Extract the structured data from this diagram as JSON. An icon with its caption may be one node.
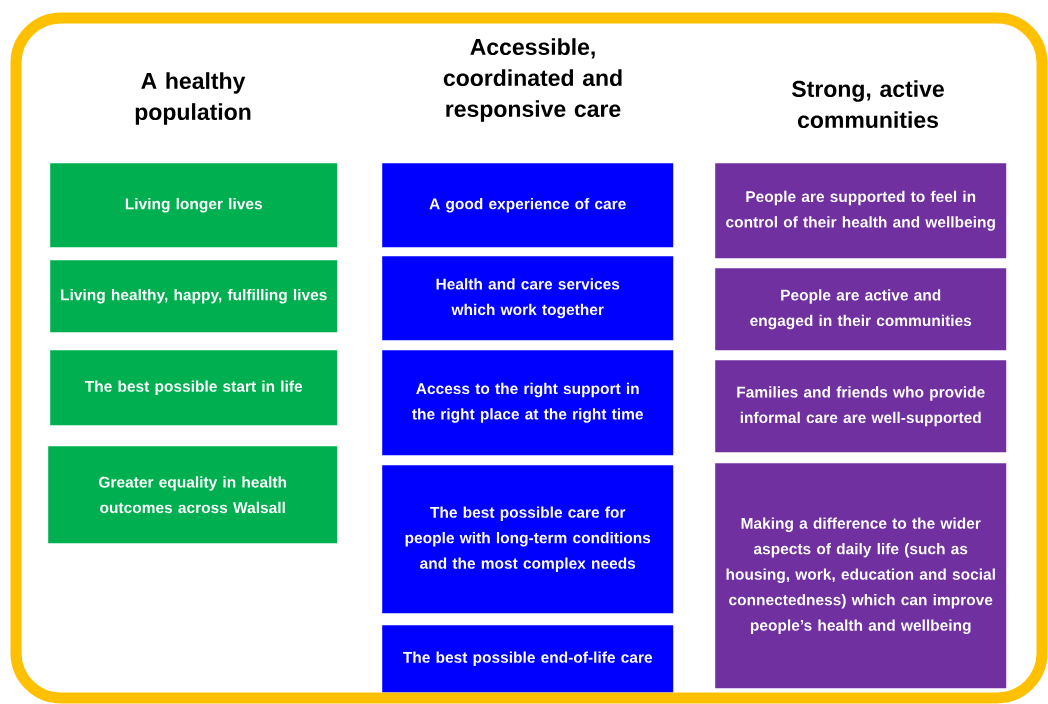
{
  "diagram": {
    "nodes": [
      {
        "text": [
          "Living longer lives"
        ]
      },
      {
        "text": [
          "Living healthy, happy, fulfilling lives"
        ]
      },
      {
        "text": [
          "The best possible start in life"
        ]
      },
      {
        "text": [
          "Greater equality in health outcomes across Walsall"
        ]
      },
      {
        "text": [
          "A good experience of care"
        ]
      },
      {
        "text": [
          "Health and care services which work together"
        ]
      },
      {
        "text": [
          "Access to the right support in the right place at the right time"
        ]
      },
      {
        "text": [
          "The best possible care for people with long-term conditions and the most complex needs"
        ]
      },
      {
        "text": [
          "The best possible end-of-life care"
        ]
      },
      {
        "text": [
          "People are supported to feel in control of their  health and wellbeing"
        ]
      },
      {
        "text": [
          "People are active and engaged in their communities"
        ]
      },
      {
        "text": [
          "Families and friends who provide informal care are well-supported"
        ]
      },
      {
        "text": [
          "Making a difference to the wider aspects of daily life (such as housing, work, education and social connectedness) which can improve people’s health and wellbeing"
        ]
      }
    ],
    "labels": [
      "A healthy population",
      "Accessible, coordinated and responsive care",
      "Strong, active communities"
    ]
  }
}
